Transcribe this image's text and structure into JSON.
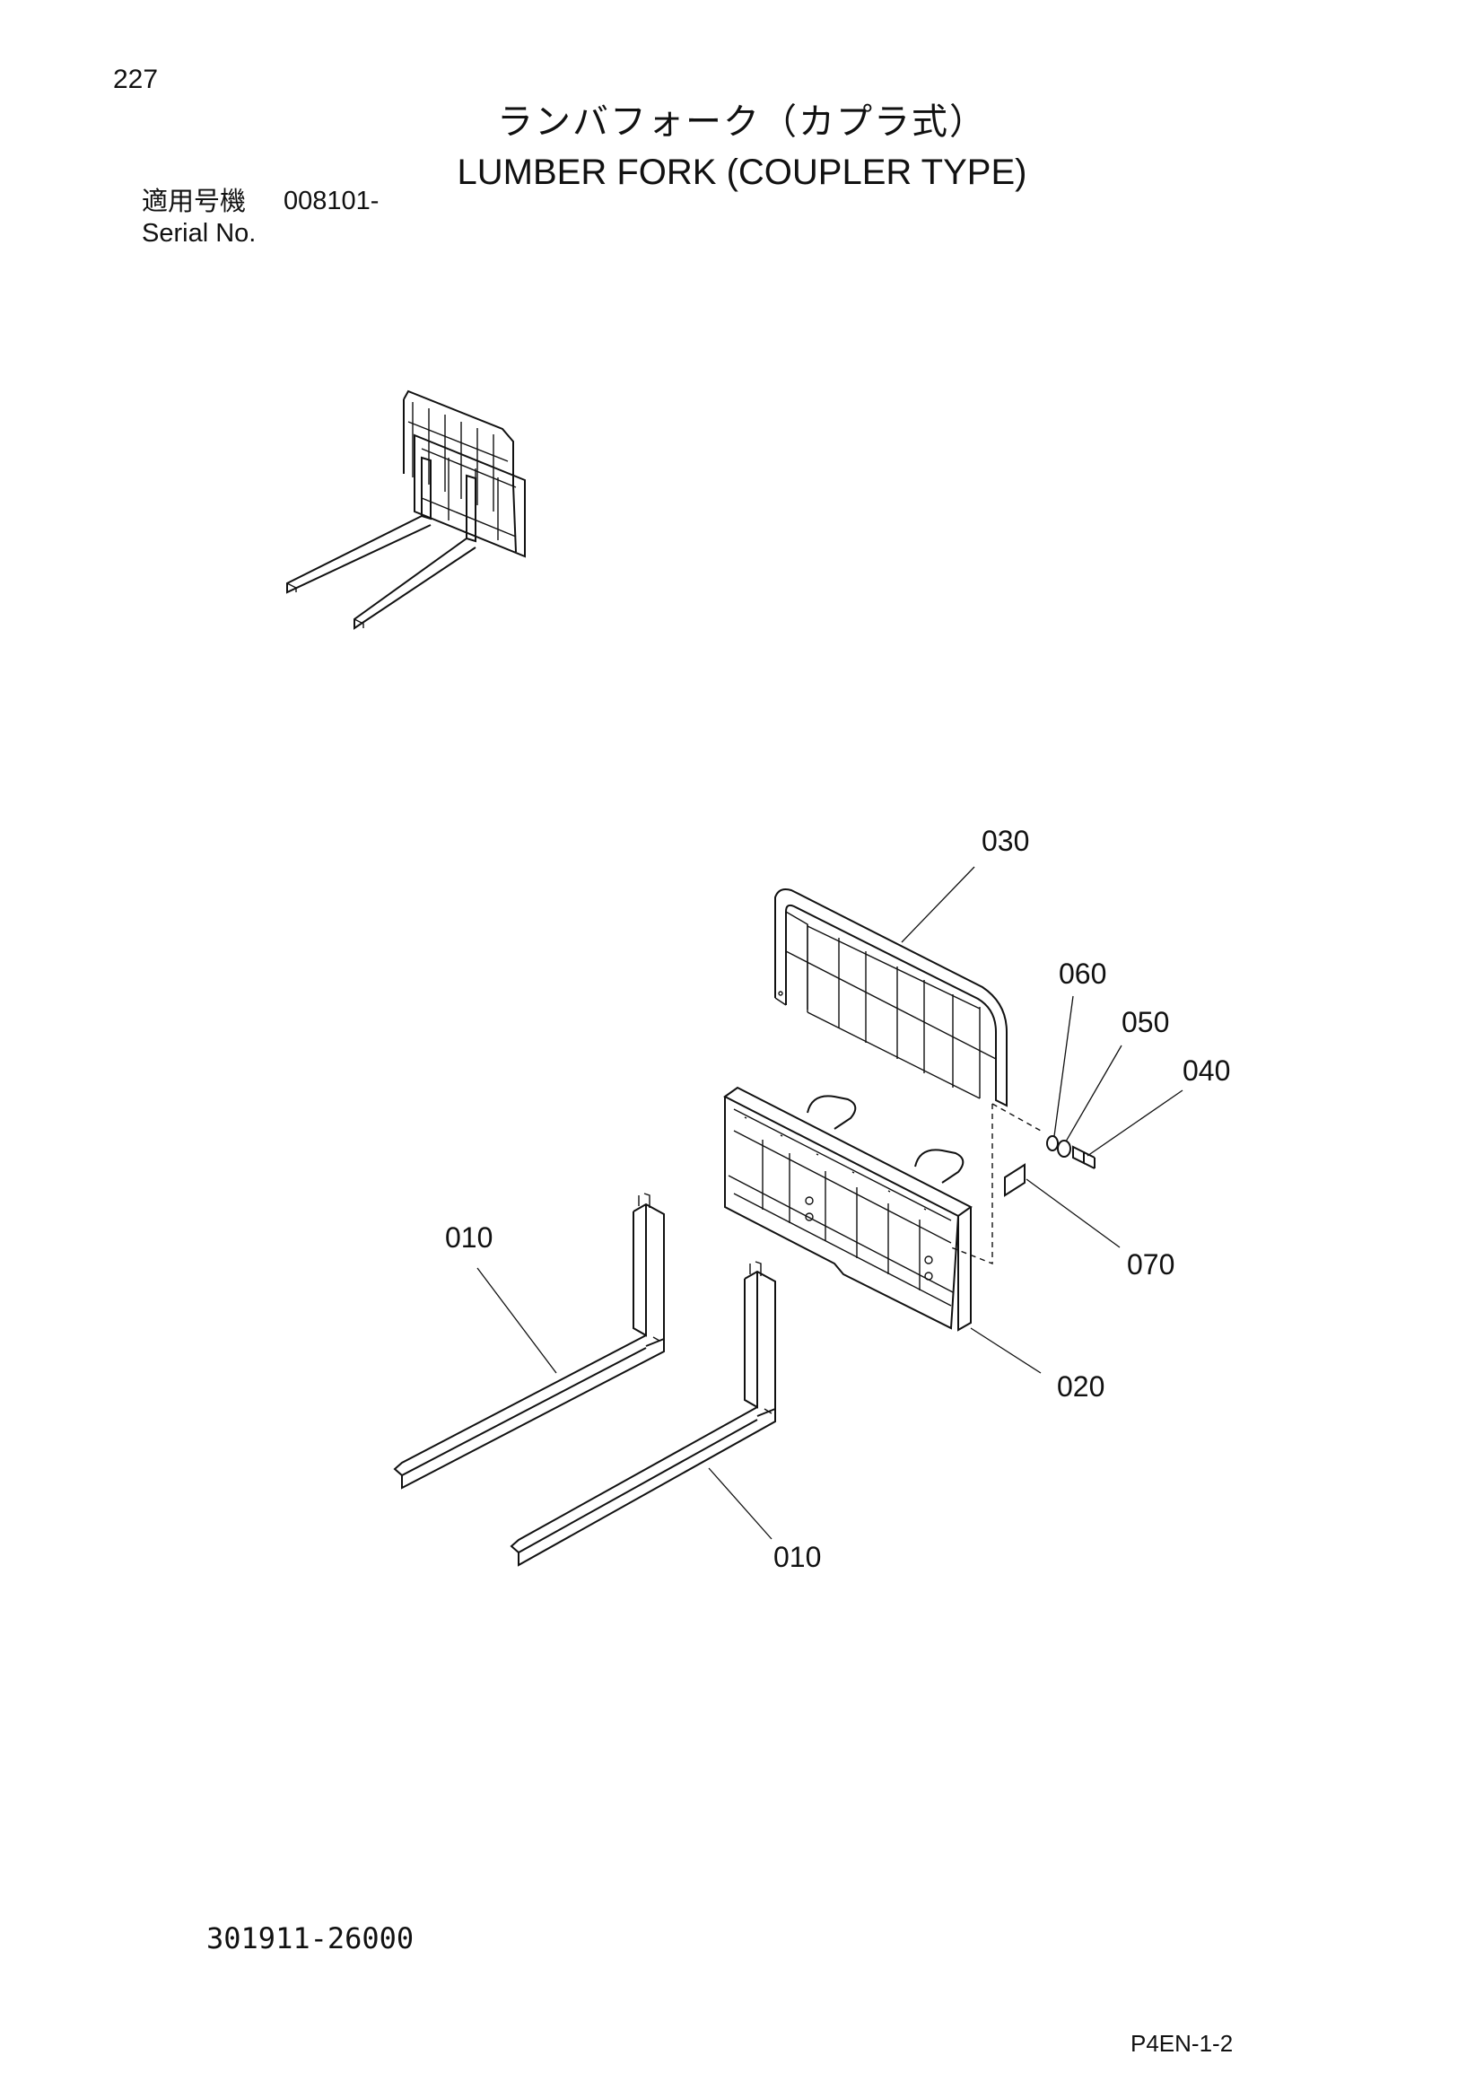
{
  "page": {
    "number": "227",
    "title_jp": "ランバフォーク（カプラ式）",
    "title_en": "LUMBER FORK (COUPLER TYPE)",
    "serial_label_jp": "適用号機",
    "serial_range": "008101-",
    "serial_label_en": "Serial No.",
    "drawing_number": "301911-26000",
    "page_code": "P4EN-1-2"
  },
  "callouts": {
    "c030": "030",
    "c060": "060",
    "c050": "050",
    "c040": "040",
    "c070": "070",
    "c020": "020",
    "c010_left": "010",
    "c010_bottom": "010"
  }
}
